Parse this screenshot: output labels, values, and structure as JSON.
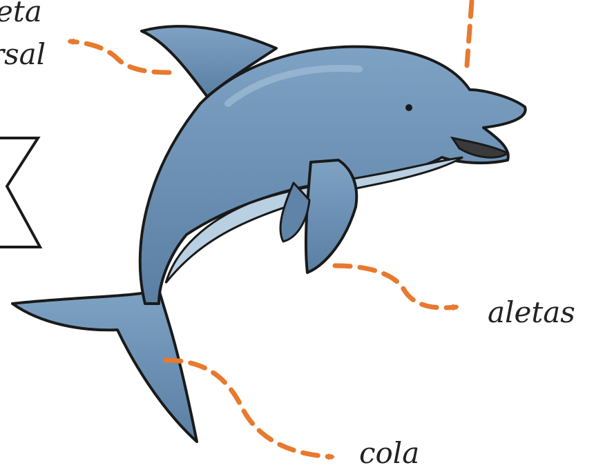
{
  "labels": {
    "dorsal_line1": "eta",
    "dorsal_line2": "rsal",
    "fins": "aletas",
    "tail": "cola"
  },
  "colors": {
    "arrow": "#e8792e",
    "dolphin_body": "#6f93b5",
    "dolphin_light": "#a9c3da",
    "outline": "#1a1a1a"
  }
}
